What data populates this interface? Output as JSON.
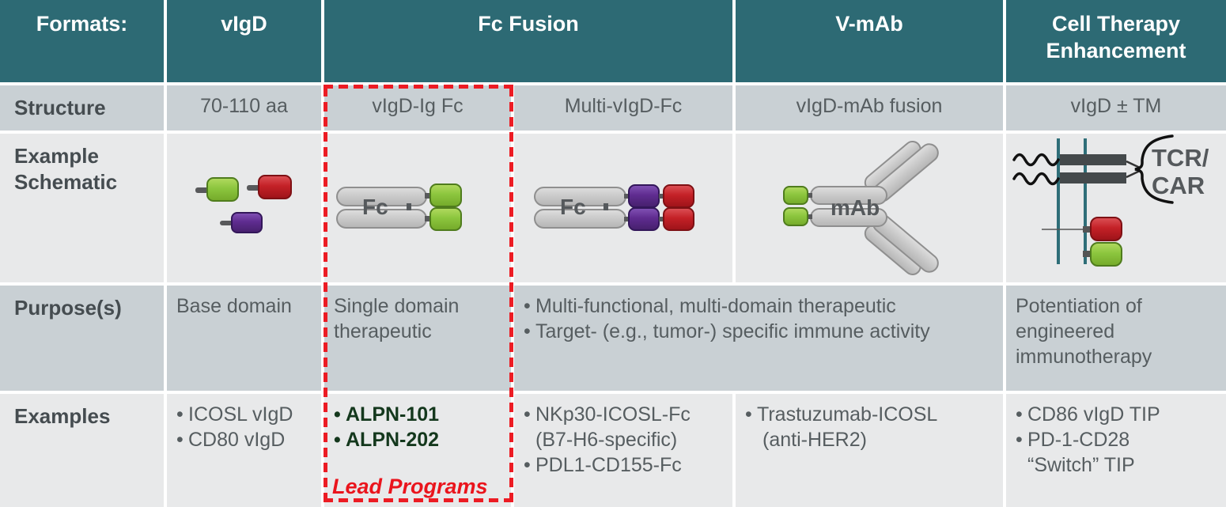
{
  "bullet_char": "•",
  "colors": {
    "header_teal": "#2d6a74",
    "row_dark_bg": "#c9d0d4",
    "row_light_bg": "#e8e9ea",
    "accent_red": "#ec1c24",
    "lead_text_red": "#ea141c",
    "alpn_green": "#14381d",
    "pill_green": "#8cc63e",
    "pill_red": "#c42127",
    "pill_purple": "#5f2c90",
    "capsule_gray": "#c9c9c9",
    "membrane_teal": "#2e6e78"
  },
  "header": {
    "formats": "Formats:",
    "vigd": "vIgD",
    "fc_fusion": "Fc Fusion",
    "vmab": "V-mAb",
    "cell_therapy": "Cell Therapy Enhancement"
  },
  "structure": {
    "label": "Structure",
    "vigd": "70-110 aa",
    "fc_single": "vIgD-Ig Fc",
    "fc_multi": "Multi-vIgD-Fc",
    "vmab": "vIgD-mAb fusion",
    "cell_therapy": "vIgD ± TM"
  },
  "schematic": {
    "label": "Example Schematic",
    "fc_label_single": "Fc",
    "fc_label_multi": "Fc",
    "mab_label": "mAb",
    "tcr_line1": "TCR/",
    "tcr_line2": "CAR"
  },
  "purpose": {
    "label": "Purpose(s)",
    "vigd": "Base domain",
    "fc_single": "Single domain therapeutic",
    "fc_vmab_bullets": [
      {
        "text": "Multi-functional, multi-domain therapeutic"
      },
      {
        "text": "Target- (e.g., tumor-) specific immune activity"
      }
    ],
    "cell_therapy": "Potentiation of engineered immunotherapy"
  },
  "examples": {
    "label": "Examples",
    "vigd": [
      {
        "text": "ICOSL vIgD"
      },
      {
        "text": "CD80 vIgD"
      }
    ],
    "fc_single": [
      {
        "text": "ALPN-101"
      },
      {
        "text": "ALPN-202"
      }
    ],
    "lead_note": "Lead Programs",
    "fc_multi": [
      {
        "text": "NKp30-ICOSL-Fc"
      },
      {
        "text": "(B7-H6-specific)"
      },
      {
        "text": "PDL1-CD155-Fc"
      }
    ],
    "vmab": [
      {
        "text": "Trastuzumab-ICOSL"
      },
      {
        "text": "(anti-HER2)"
      }
    ],
    "cell_therapy": [
      {
        "text": "CD86 vIgD TIP"
      },
      {
        "text": "PD-1-CD28"
      },
      {
        "text": "“Switch” TIP"
      }
    ]
  }
}
